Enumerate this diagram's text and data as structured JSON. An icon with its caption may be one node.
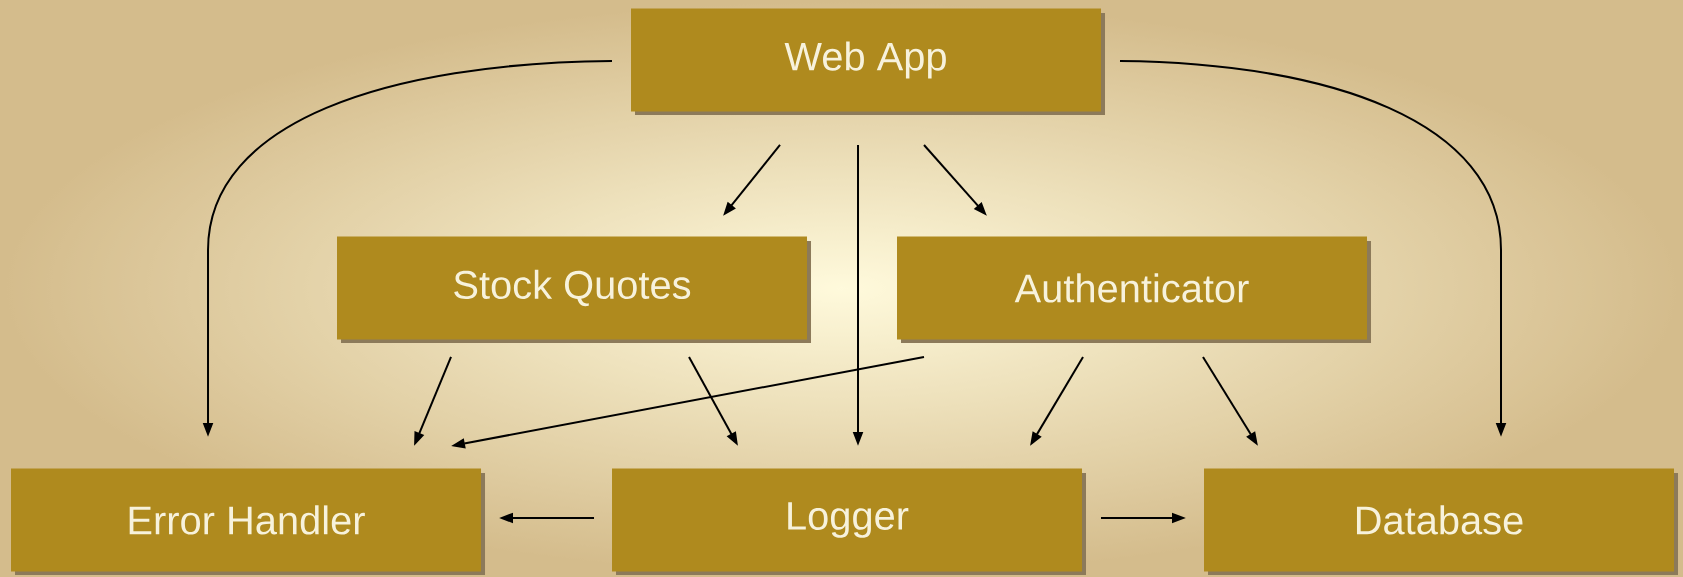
{
  "diagram": {
    "nodes": [
      {
        "text": [
          "Web App"
        ]
      },
      {
        "text": [
          "Stock Quotes"
        ]
      },
      {
        "text": [
          "Authenticator"
        ]
      },
      {
        "text": [
          "Error Handler"
        ]
      },
      {
        "text": [
          "Logger"
        ]
      },
      {
        "text": [
          "Database"
        ]
      }
    ],
    "edges": [
      {
        "from": 0,
        "to": 3,
        "arrow": "to"
      },
      {
        "from": 0,
        "to": 1,
        "arrow": "to"
      },
      {
        "from": 0,
        "to": 4,
        "arrow": "to"
      },
      {
        "from": 0,
        "to": 2,
        "arrow": "to"
      },
      {
        "from": 0,
        "to": 5,
        "arrow": "to"
      },
      {
        "from": 1,
        "to": 3,
        "arrow": "to"
      },
      {
        "from": 1,
        "to": 4,
        "arrow": "to"
      },
      {
        "from": 2,
        "to": 3,
        "arrow": "to"
      },
      {
        "from": 2,
        "to": 4,
        "arrow": "to"
      },
      {
        "from": 2,
        "to": 5,
        "arrow": "to"
      },
      {
        "from": 4,
        "to": 3,
        "arrow": "to"
      },
      {
        "from": 4,
        "to": 5,
        "arrow": "to"
      }
    ]
  }
}
